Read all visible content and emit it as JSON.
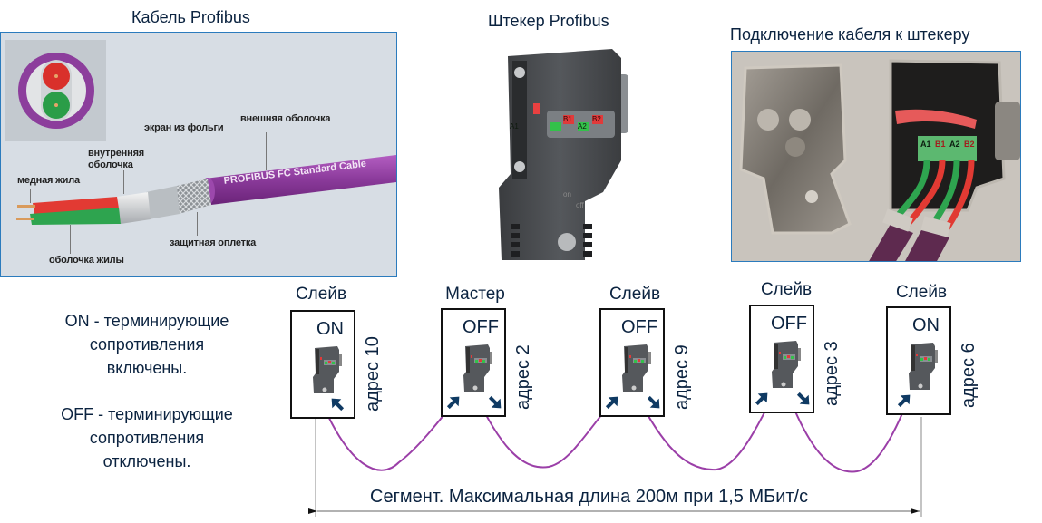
{
  "titles": {
    "cable": "Кабель Profibus",
    "connector": "Штекер Profibus",
    "wiring": "Подключение кабеля к штекеру"
  },
  "cable_labels": {
    "copper_core": "медная жила",
    "inner_sheath_1": "внутренняя",
    "inner_sheath_2": "оболочка",
    "foil_screen": "экран из фольги",
    "outer_sheath": "внешняя оболочка",
    "core_insulation": "оболочка жилы",
    "braid": "защитная оплетка",
    "cable_print": "PROFIBUS FC Standard Cable"
  },
  "connector_photo": {
    "leds": [
      "A1",
      "B1",
      "A2",
      "B2"
    ],
    "switch_on": "on",
    "switch_off": "off"
  },
  "wiring_photo": {
    "terminals": [
      "A1",
      "B1",
      "A2",
      "B2"
    ]
  },
  "legend": {
    "on_line1": "ON - терминирующие",
    "on_line2": "сопротивления",
    "on_line3": "включены.",
    "off_line1": "OFF - терминирующие",
    "off_line2": "сопротивления",
    "off_line3": "отключены."
  },
  "nodes": [
    {
      "role": "Слейв",
      "state": "ON",
      "address": "адрес 10"
    },
    {
      "role": "Мастер",
      "state": "OFF",
      "address": "адрес 2"
    },
    {
      "role": "Слейв",
      "state": "OFF",
      "address": "адрес 9"
    },
    {
      "role": "Слейв",
      "state": "OFF",
      "address": "адрес 3"
    },
    {
      "role": "Слейв",
      "state": "ON",
      "address": "адрес 6"
    }
  ],
  "segment": {
    "label": "Сегмент. Максимальная длина 200м при 1,5 МБит/с"
  },
  "colors": {
    "title_text": "#0b2340",
    "panel_border": "#2b7bbd",
    "cable_purple": "#9b3fa8",
    "arrow": "#0f3a63",
    "core_red": "#e0312b",
    "core_green": "#2ea44f"
  }
}
